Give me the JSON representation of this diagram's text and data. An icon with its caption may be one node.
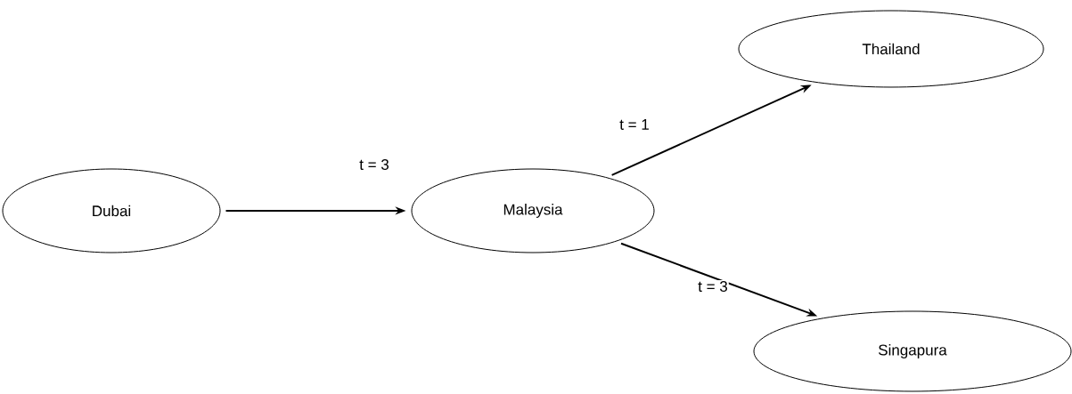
{
  "diagram": {
    "nodes": [
      {
        "text": [
          "Dubai"
        ]
      },
      {
        "text": [
          "Malaysia"
        ]
      },
      {
        "text": [
          "Thailand"
        ]
      },
      {
        "text": [
          "Singapura"
        ]
      }
    ],
    "edges": [
      {
        "from": 0,
        "to": 1,
        "arrow": "to",
        "label": "t = 3"
      },
      {
        "from": 1,
        "to": 2,
        "arrow": "to",
        "label": "t = 1"
      },
      {
        "from": 1,
        "to": 3,
        "arrow": "to",
        "label": "t = 3"
      }
    ]
  }
}
